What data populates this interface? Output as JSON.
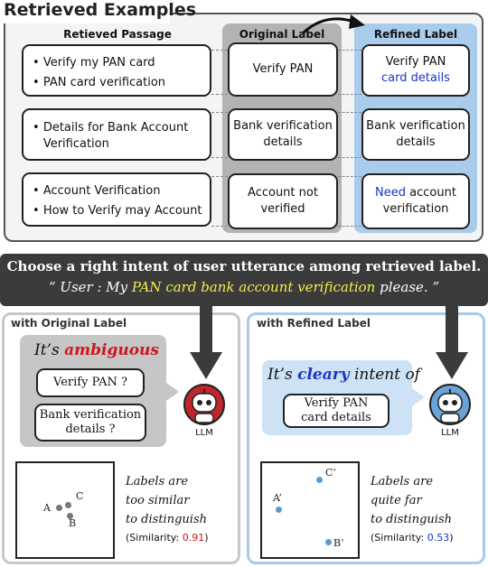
{
  "top": {
    "title": "Retrieved Examples",
    "col_passage": "Retieved Passage",
    "col_original": "Original Label",
    "col_refined": "Refined Label"
  },
  "rows": [
    {
      "passages": [
        "Verify my PAN card",
        "PAN card verification"
      ],
      "original": [
        "Verify PAN"
      ],
      "refined": [
        {
          "text": "Verify PAN",
          "highlight": ""
        },
        {
          "text": "",
          "highlight": "card details"
        }
      ]
    },
    {
      "passages": [
        "Details for Bank Account",
        "Verification"
      ],
      "original": [
        "Bank verification",
        "details"
      ],
      "refined": [
        {
          "text": "Bank verification",
          "highlight": ""
        },
        {
          "text": "details",
          "highlight": ""
        }
      ]
    },
    {
      "passages": [
        "Account Verification",
        "How to Verify may Account"
      ],
      "original": [
        "Account not",
        "verified"
      ],
      "refined": [
        {
          "text": " account",
          "highlight": "Need"
        },
        {
          "text": "verification",
          "highlight": ""
        }
      ]
    }
  ],
  "banner": {
    "line1": "Choose a right intent of user utterance among retrieved label.",
    "line2_prefix": "“ User : My ",
    "line2_highlight": "PAN card bank account verification",
    "line2_suffix": " please. ”"
  },
  "left_panel": {
    "title": "with Original Label",
    "head_prefix": "It’s ",
    "head_emph": "ambiguous",
    "option1": "Verify PAN ?",
    "option2_l1": "Bank verification",
    "option2_l2": "details ?",
    "llm": "LLM",
    "note": [
      "Labels are",
      "too similar",
      "to distinguish"
    ],
    "sim_prefix": "(Similarity: ",
    "sim_value": "0.91",
    "sim_suffix": ")",
    "points": [
      "A",
      "B",
      "C"
    ]
  },
  "right_panel": {
    "title": "with Refined Label",
    "head_prefix": "It’s ",
    "head_emph": "cleary",
    "head_suffix": " intent of",
    "option_l1": "Verify PAN",
    "option_l2": "card details",
    "llm": "LLM",
    "note": [
      "Labels are",
      "quite far",
      "to distinguish"
    ],
    "sim_prefix": "(Similarity: ",
    "sim_value": "0.53",
    "sim_suffix": ")",
    "points": [
      "A’",
      "B’",
      "C’"
    ]
  },
  "colors": {
    "red": "#d0141c",
    "blue": "#1a35c8",
    "highlight_yellow": "#f5ee4d",
    "original_col": "#b3b3b3",
    "refined_col": "#a9ccec"
  },
  "icons": [
    "robot-icon",
    "arrow-down-icon",
    "curved-arrow-icon"
  ]
}
